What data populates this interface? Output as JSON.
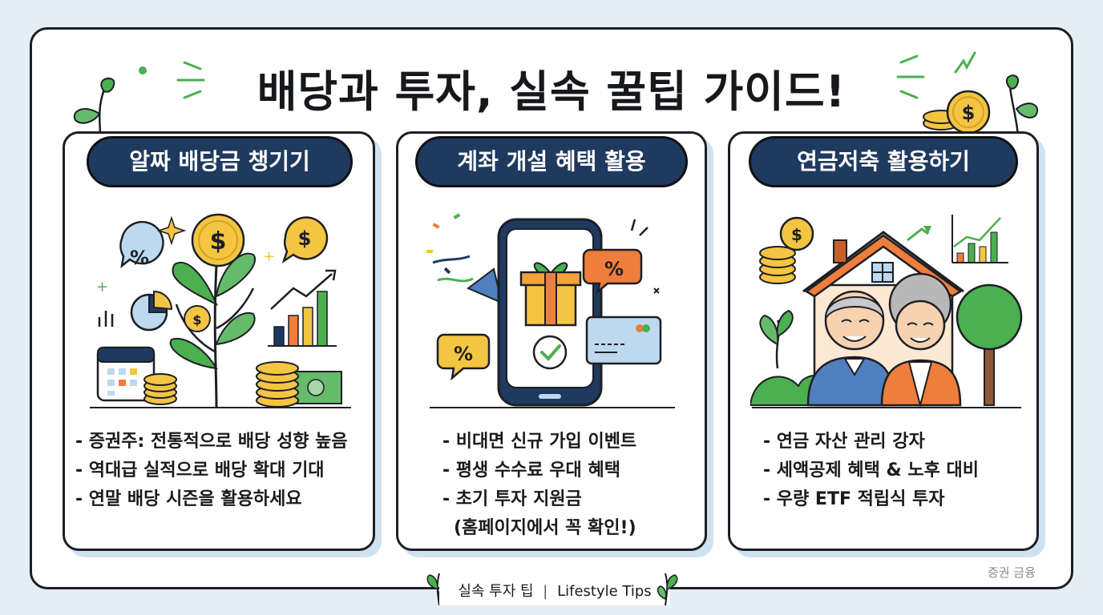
{
  "title": "배당과 투자, 실속 꿀팁 가이드!",
  "cards": [
    {
      "heading": "알짜 배당금 챙기기",
      "bullets": [
        "- 증권주: 전통적으로 배당 성향 높음",
        "- 역대급 실적으로 배당 확대 기대",
        "- 연말 배당 시즌을 활용하세요"
      ]
    },
    {
      "heading": "계좌 개설 혜택 활용",
      "bullets": [
        "- 비대면 신규 가입 이벤트",
        "- 평생 수수료 우대 혜택",
        "- 초기 투자 지원금",
        "(홈페이지에서 꼭 확인!)"
      ]
    },
    {
      "heading": "연금저축 활용하기",
      "bullets": [
        "- 연금 자산 관리 강자",
        "- 세액공제 혜택 & 노후 대비",
        "- 우량 ETF 적립식 투자"
      ]
    }
  ],
  "illustrations": {
    "percent_symbol": "%",
    "dollar_symbol": "$"
  },
  "footer": {
    "label": "실속 투자 팁",
    "divider": "|",
    "sublabel": "Lifestyle Tips"
  },
  "brand": "증권 금융",
  "colors": {
    "navy": "#1f3a5f",
    "gold": "#f4c542",
    "green": "#4caf50",
    "orange": "#ef7d3c",
    "light_blue": "#bcd9ef",
    "background": "#e3eef6"
  }
}
